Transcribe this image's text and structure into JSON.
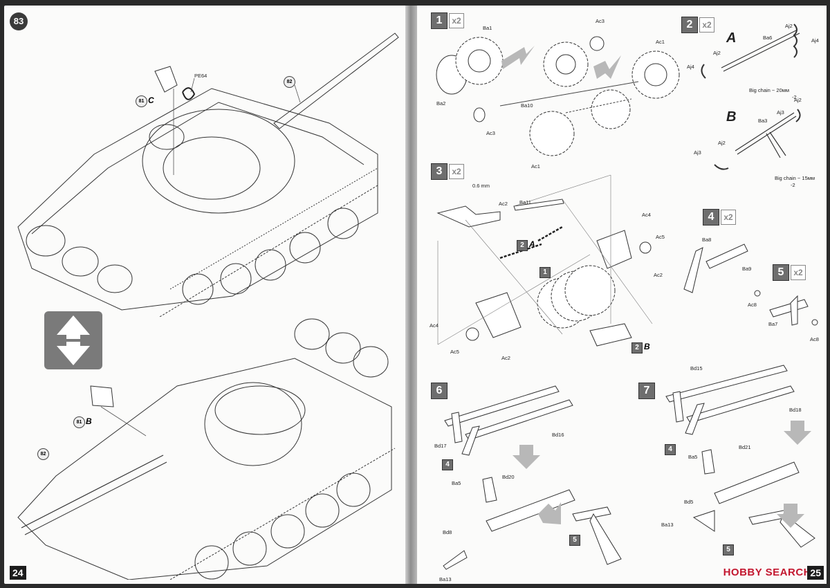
{
  "left_page": {
    "step_number": "83",
    "page_number": "24",
    "top_labels": {
      "ref81": "81",
      "ref81_letter": "C",
      "ref82": "82",
      "part_pe64": "PE64"
    },
    "bottom_labels": {
      "ref81": "81",
      "ref81_letter": "B",
      "ref82": "82"
    },
    "flip_icon": "flip-view-arrows-icon"
  },
  "right_page": {
    "page_number": "25",
    "step1": {
      "num": "1",
      "mult": "x2",
      "parts": [
        "Ba1",
        "Ac3",
        "Ac1",
        "Ba2",
        "Ba10",
        "Ac3",
        "Ac1"
      ]
    },
    "step2": {
      "num": "2",
      "mult": "x2",
      "variantA": {
        "letter": "A",
        "parts": [
          "Aj2",
          "Aj4",
          "Ba6",
          "Aj2",
          "Aj4"
        ],
        "chain_note": "Big chain ~ 20мм",
        "chain_ref": "-2"
      },
      "variantB": {
        "letter": "B",
        "parts": [
          "Aj2",
          "Aj3",
          "Ba3",
          "Aj3",
          "Aj2"
        ],
        "chain_note": "Big chain ~ 15мм",
        "chain_ref": "-2"
      }
    },
    "step3": {
      "num": "3",
      "mult": "x2",
      "note": "0.6 mm",
      "parts": [
        "Ac2",
        "Ba11",
        "Ac4",
        "Ac5",
        "Ac2",
        "Ac4",
        "Ac5",
        "Ac2"
      ],
      "ref2": "2",
      "ref2_letter_a": "A",
      "ref1": "1",
      "ref2b": "2",
      "ref2_letter_b": "B"
    },
    "step4": {
      "num": "4",
      "mult": "x2",
      "parts": [
        "Ba8",
        "Ba9"
      ]
    },
    "step5": {
      "num": "5",
      "mult": "x2",
      "parts": [
        "Ac8",
        "Ba7",
        "Ac8"
      ]
    },
    "step6": {
      "num": "6",
      "parts": [
        "Bd17",
        "Bd16",
        "Ba5",
        "Bd20",
        "Bd8",
        "Ba13"
      ],
      "ref4": "4",
      "ref5": "5"
    },
    "step7": {
      "num": "7",
      "parts": [
        "Bd15",
        "Bd18",
        "Ba5",
        "Bd21",
        "Bd5",
        "Ba13"
      ],
      "ref4": "4",
      "ref5": "5"
    }
  },
  "watermark": {
    "brand": "HOBBY SEARCH"
  },
  "colors": {
    "paper": "#fbfbfa",
    "step_badge": "#6e6e6e",
    "arrow": "#9a9a9a",
    "watermark": "#c3172f"
  }
}
